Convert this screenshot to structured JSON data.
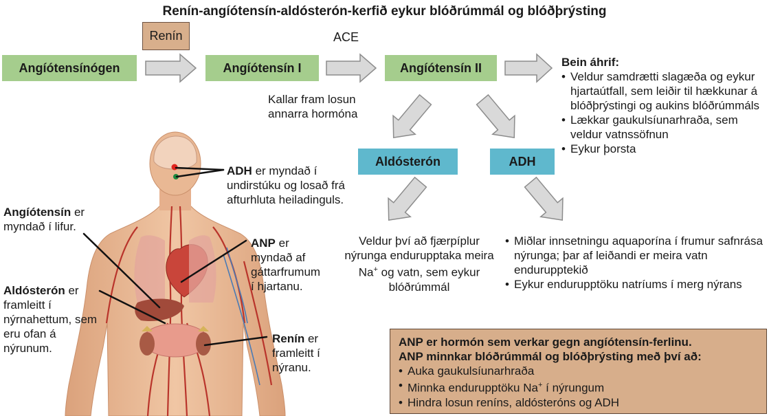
{
  "title": "Renín-angíótensín-aldósterón-kerfið eykur blóðrúmmál og blóðþrýsting",
  "boxes": {
    "angiotensinogen": "Angíótensínógen",
    "angiotensin1": "Angíótensín I",
    "angiotensin2": "Angíótensín II",
    "aldosteron": "Aldósterón",
    "adh": "ADH",
    "renin_label": "Renín"
  },
  "ace_label": "ACE",
  "kallar_text": "Kallar fram losun annarra hormóna",
  "bein": {
    "heading": "Bein áhrif:",
    "items": [
      "Veldur samdrætti slagæða og eykur hjartaútfall, sem leiðir til hækkunar á blóðþrýstingi og aukins blóðrúmmáls",
      "Lækkar gaukulsíunarhraða, sem veldur vatnssöfnun",
      "Eykur þorsta"
    ]
  },
  "aldo_effect": {
    "before": "Veldur því að fjærpíplur nýrunga endurupptaka meira Na",
    "sup": "+",
    "after": " og vatn, sem eykur blóðrúmmál"
  },
  "adh_effect": [
    "Miðlar innsetningu aquaporína í frumur safnrása nýrunga; þar af leiðandi er meira vatn endurupptekið",
    "Eykur endurupptöku natríums í merg nýrans"
  ],
  "body_labels": {
    "adh": {
      "bold": "ADH",
      "rest": " er myndað í undirstúku og losað frá afturhluta heiladinguls."
    },
    "angiotensin": {
      "bold": "Angíótensín",
      "rest": " er myndað í lifur."
    },
    "anp": {
      "bold": "ANP",
      "rest": " er myndað af gáttarfrumum í hjartanu."
    },
    "aldosteron": {
      "bold": "Aldósterón",
      "rest": " er framleitt í nýrnahettum, sem eru ofan á nýrunum."
    },
    "renin": {
      "bold": "Renín",
      "rest": " er framleitt í nýranu."
    }
  },
  "anp_box": {
    "line1": "ANP er hormón sem verkar gegn angíótensín-ferlinu.",
    "line2": "ANP minnkar blóðrúmmál og blóðþrýsting með því að:",
    "items": [
      {
        "before": "Auka gaukulsíunarhraða",
        "sup": "",
        "after": ""
      },
      {
        "before": "Minnka endurupptöku Na",
        "sup": "+",
        "after": " í nýrungum"
      },
      {
        "before": "Hindra losun reníns, aldósteróns og ADH",
        "sup": "",
        "after": ""
      }
    ]
  },
  "colors": {
    "green_box": "#a5cd8d",
    "blue_box": "#5fb8cd",
    "tan_box": "#d8af8c",
    "arrow_fill": "#d9d9d9",
    "arrow_stroke": "#8c8c8c",
    "skin": "#e9b894"
  }
}
